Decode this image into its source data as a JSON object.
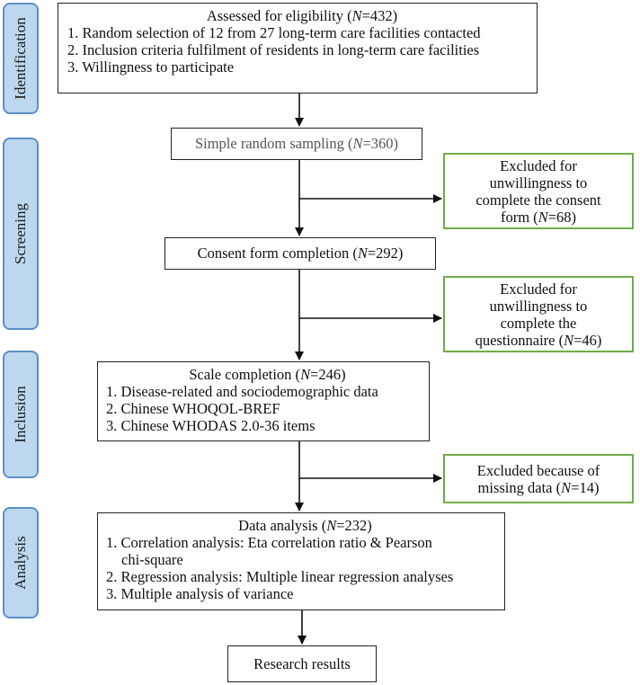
{
  "phases": {
    "identification": "Identification",
    "screening": "Screening",
    "inclusion": "Inclusion",
    "analysis": "Analysis"
  },
  "eligibility": {
    "title_pre": "Assessed for eligibility (",
    "n_label": "N",
    "title_post": "=432)",
    "items": [
      "1. Random selection of 12 from 27 long-term care facilities contacted",
      "2. Inclusion criteria fulfilment of residents in long-term care facilities",
      "3. Willingness to participate"
    ]
  },
  "sampling": {
    "pre": "Simple random sampling (",
    "n_label": "N",
    "post": "=360)"
  },
  "excluded1": {
    "lines": [
      "Excluded for",
      "unwillingness to",
      "complete the consent"
    ],
    "last_pre": "form (",
    "n_label": "N",
    "last_post": "=68)"
  },
  "consent": {
    "pre": "Consent form completion (",
    "n_label": "N",
    "post": "=292)"
  },
  "excluded2": {
    "lines": [
      "Excluded for",
      "unwillingness to",
      "complete the"
    ],
    "last_pre": "questionnaire (",
    "n_label": "N",
    "last_post": "=46)"
  },
  "scale": {
    "title_pre": "Scale completion (",
    "n_label": "N",
    "title_post": "=246)",
    "items": [
      "1. Disease-related and sociodemographic data",
      "2. Chinese WHOQOL-BREF",
      "3. Chinese WHODAS 2.0-36 items"
    ]
  },
  "excluded3": {
    "line1": "Excluded because of",
    "last_pre": "missing data (",
    "n_label": "N",
    "last_post": "=14)"
  },
  "analysis": {
    "title_pre": "Data analysis (",
    "n_label": "N",
    "title_post": "=232)",
    "item1": "1. Correlation analysis: Eta correlation ratio & Pearson",
    "item1_cont": "chi-square",
    "item2": "2. Regression analysis: Multiple linear regression analyses",
    "item3": "3. Multiple analysis of variance"
  },
  "results": {
    "label": "Research results"
  },
  "colors": {
    "phase_fill": "#bdd7ee",
    "phase_border": "#5b8fc7",
    "excluded_border": "#70ad47",
    "box_border": "#222222"
  }
}
